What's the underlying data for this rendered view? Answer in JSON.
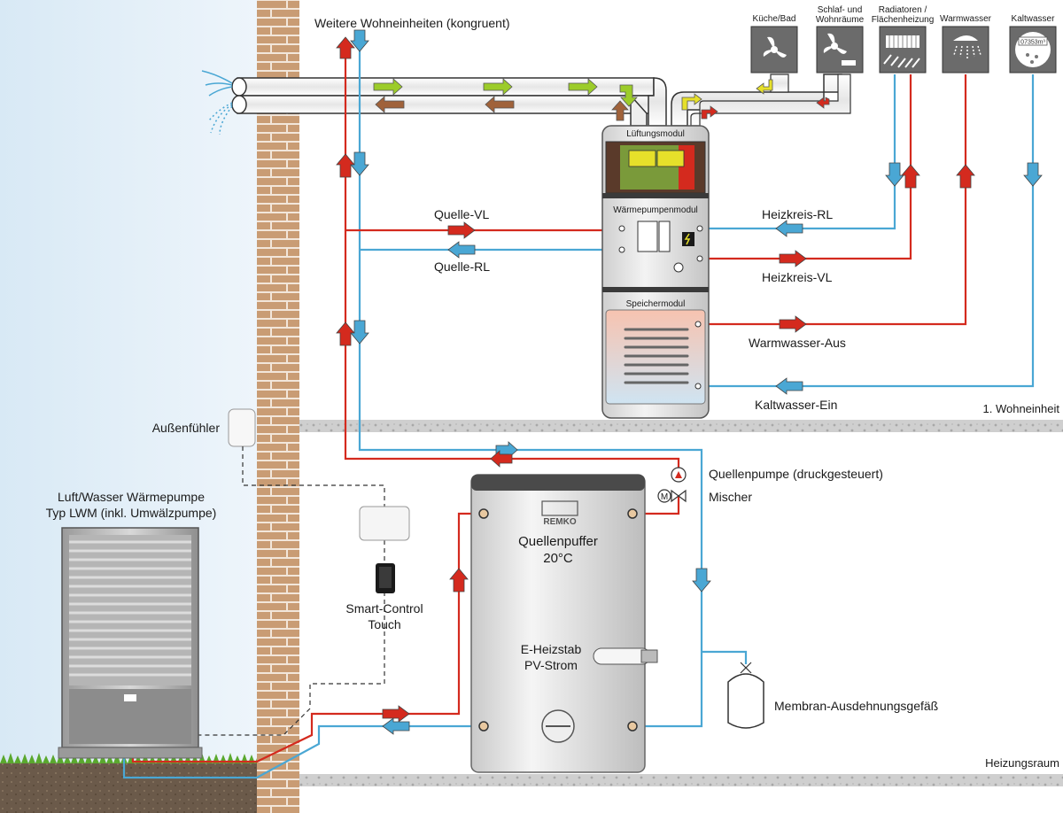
{
  "labels": {
    "further_units": "Weitere Wohneinheiten (kongruent)",
    "rooms": {
      "kitchen_bath": "Küche/Bad",
      "sleeping_line1": "Schlaf- und",
      "sleeping_line2": "Wohnräume",
      "radiators_line1": "Radiatoren /",
      "radiators_line2": "Flächenheizung",
      "hot_water": "Warmwasser",
      "cold_water": "Kaltwasser"
    },
    "modules": {
      "ventilation": "Lüftungsmodul",
      "heat_pump": "Wärmepumpenmodul",
      "storage": "Speichermodul"
    },
    "lines": {
      "source_supply": "Quelle-VL",
      "source_return": "Quelle-RL",
      "heating_return": "Heizkreis-RL",
      "heating_supply": "Heizkreis-VL",
      "hot_water_out": "Warmwasser-Aus",
      "cold_water_in": "Kaltwasser-Ein"
    },
    "floors": {
      "unit": "1. Wohneinheit",
      "boiler_room": "Heizungsraum"
    },
    "outdoor_sensor": "Außenfühler",
    "heat_pump_line1": "Luft/Wasser Wärmepumpe",
    "heat_pump_line2": "Typ LWM (inkl. Umwälzpumpe)",
    "smart_control_line1": "Smart-Control",
    "smart_control_line2": "Touch",
    "source_pump": "Quellenpumpe (druckgesteuert)",
    "mixer": "Mischer",
    "motor_symbol": "M",
    "buffer_line1": "Quellenpuffer",
    "buffer_line2": "20°C",
    "heater_line1": "E-Heizstab",
    "heater_line2": "PV-Strom",
    "expansion_vessel": "Membran-Ausdehnungsgefäß",
    "brand": "REMKO",
    "meter_digits": "07353m³"
  },
  "icons": [
    "fan-icon",
    "radiator-icon",
    "shower-icon",
    "water-meter-icon",
    "lightning-icon"
  ],
  "colors": {
    "hot": "#d42a1e",
    "cold": "#4aa7d4",
    "supply_air": "#9ccc2a",
    "exhaust_air": "#a0623a",
    "brick": "#c89a72",
    "sky": "#dcebf6",
    "tank": "#e6e6e6"
  }
}
